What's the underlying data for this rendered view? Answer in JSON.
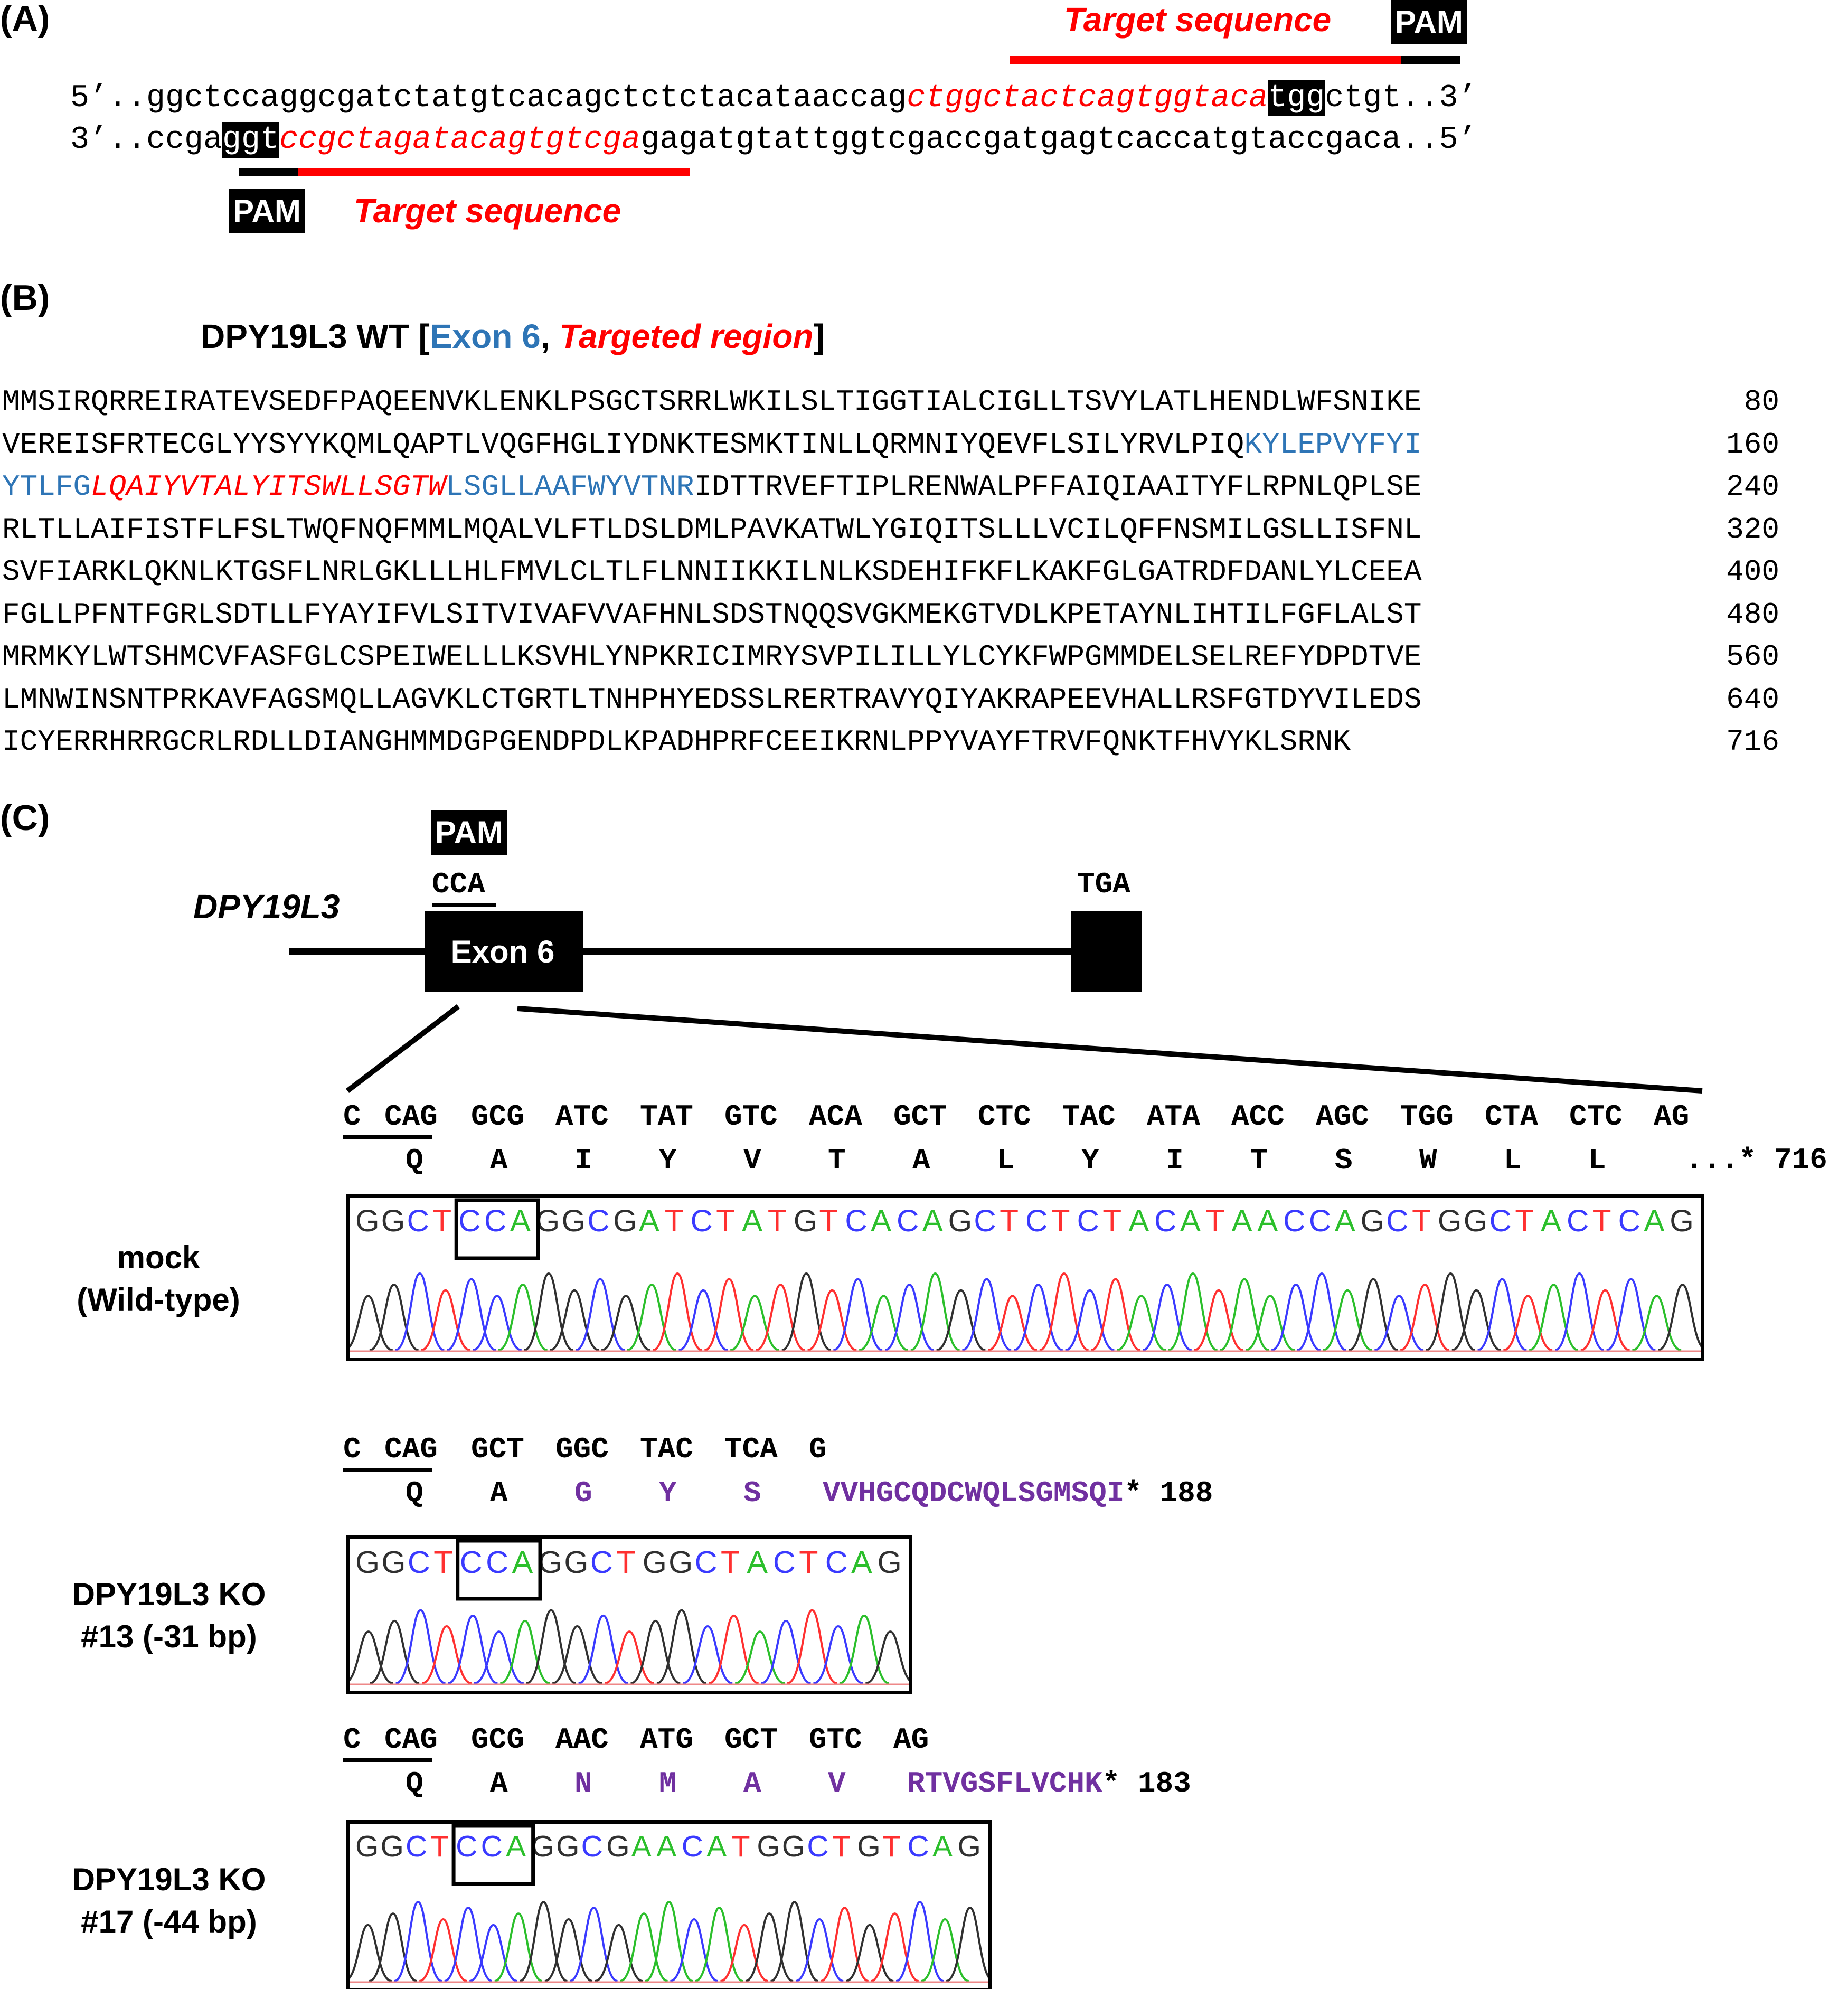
{
  "panelA": {
    "label": "(A)",
    "top_target_label": "Target sequence",
    "top_pam_label": "PAM",
    "bottom_pam_label": "PAM",
    "bottom_target_label": "Target sequence",
    "strand1_prefix": "5’..ggctccaggcgatctatgtcacagctctctacataaccag",
    "strand1_target": "ctggctactcagtggtaca",
    "strand1_pam": "tgg",
    "strand1_suffix": "ctgt..3’",
    "strand2_prefix": "3’..ccga",
    "strand2_pam": "ggt",
    "strand2_target": "ccgctagatacagtgtcga",
    "strand2_suffix": "gagatgtattggtcgaccgatgagtcaccatgtaccgaca..5’"
  },
  "panelB": {
    "label": "(B)",
    "title_prefix": "DPY19L3 WT [",
    "title_exon": "Exon 6",
    "title_sep": ", ",
    "title_target": "Targeted region",
    "title_suffix": "]",
    "rows": [
      {
        "black1": "MMSIRQRREIRATEVSEDFPAQEENVKLENKLPSGCTSRRLWKILSLTIGGTIALCIGLLTSVYLATLHENDLWFSNIKE",
        "blue1": "",
        "red": "",
        "blue2": "",
        "black2": "",
        "num": "80"
      },
      {
        "black1": "VEREISFRTECGLYYSYYKQMLQAPTLVQGFHGLIYDNKTESMKTINLLQRMNIYQEVFLSILYRVLPIQ",
        "blue1": "KYLEPVYFYI",
        "red": "",
        "blue2": "",
        "black2": "",
        "num": "160"
      },
      {
        "black1": "",
        "blue1": "YTLFG",
        "red": "LQAIYVTALYITSWLLSGTW",
        "blue2": "LSGLLAAFWYVTNR",
        "black2": "IDTTRVEFTIPLRENWALPFFAIQIAAITYFLRPNLQPLSE",
        "num": "240"
      },
      {
        "black1": "RLTLLAIFISTFLFSLTWQFNQFMMLMQALVLFTLDSLDMLPAVKATWLYGIQITSLLLVCILQFFNSMILGSLLISFNL",
        "blue1": "",
        "red": "",
        "blue2": "",
        "black2": "",
        "num": "320"
      },
      {
        "black1": "SVFIARKLQKNLKTGSFLNRLGKLLLHLFMVLCLTLFLNNIIKKILNLKSDEHIFKFLKAKFGLGATRDFDANLYLCEEA",
        "blue1": "",
        "red": "",
        "blue2": "",
        "black2": "",
        "num": "400"
      },
      {
        "black1": "FGLLPFNTFGRLSDTLLFYAYIFVLSITVIVAFVVAFHNLSDSTNQQSVGKMEKGTVDLKPETAYNLIHTILFGFLALST",
        "blue1": "",
        "red": "",
        "blue2": "",
        "black2": "",
        "num": "480"
      },
      {
        "black1": "MRMKYLWTSHMCVFASFGLCSPEIWELLLKSVHLYNPKRICIMRYSVPILILLYLCYKFWPGMMDELSELREFYDPDTVE",
        "blue1": "",
        "red": "",
        "blue2": "",
        "black2": "",
        "num": "560"
      },
      {
        "black1": "LMNWINSNTPRKAVFAGSMQLLAGVKLCTGRTLTNHPHYEDSSLRERTRAVYQIYAKRAPEEVHALLRSFGTDYVILEDS",
        "blue1": "",
        "red": "",
        "blue2": "",
        "black2": "",
        "num": "640"
      },
      {
        "black1": "ICYERRHRRGCRLRDLLDIANGHMMDGPGENDPDLKPADHPRFCEEIKRNLPPYVAYFTRVFQNKTFHVYKLSRNK",
        "blue1": "",
        "red": "",
        "blue2": "",
        "black2": "",
        "num": "716"
      }
    ]
  },
  "panelC": {
    "label": "(C)",
    "pam_label": "PAM",
    "pam_codon": "CCA",
    "gene_name": "DPY19L3",
    "exon_label": "Exon 6",
    "stop_codon": "TGA",
    "wt": {
      "codons": [
        "C",
        "CAG",
        "GCG",
        "ATC",
        "TAT",
        "GTC",
        "ACA",
        "GCT",
        "CTC",
        "TAC",
        "ATA",
        "ACC",
        "AGC",
        "TGG",
        "CTA",
        "CTC",
        "AG"
      ],
      "aa": [
        "Q",
        "A",
        "I",
        "Y",
        "V",
        "T",
        "A",
        "L",
        "Y",
        "I",
        "T",
        "S",
        "W",
        "L",
        "L"
      ],
      "tail": "...*",
      "length": "716",
      "sample_line1": "mock",
      "sample_line2": "(Wild-type)",
      "trace": "GGCTCCAGGCGATCTATGTCACAGCTCTCTACATAACCAGCTGGCTACTCAG"
    },
    "ko13": {
      "codons": [
        "C",
        "CAG",
        "GCT",
        "GGC",
        "TAC",
        "TCA",
        "G"
      ],
      "aa": [
        "Q",
        "A"
      ],
      "aa_changed": [
        "G",
        "Y",
        "S"
      ],
      "frameshift": "VVHGCQDCWQLSGMSQI",
      "stop": "*",
      "length": "188",
      "sample_line1": "DPY19L3 KO",
      "sample_line2": "#13 (-31 bp)",
      "trace": "GGCTCCAGGCTGGCTACTCAG"
    },
    "ko17": {
      "codons": [
        "C",
        "CAG",
        "GCG",
        "AAC",
        "ATG",
        "GCT",
        "GTC",
        "AG"
      ],
      "aa": [
        "Q",
        "A"
      ],
      "aa_changed": [
        "N",
        "M",
        "A",
        "V"
      ],
      "frameshift": "RTVGSFLVCHK",
      "stop": "*",
      "length": "183",
      "sample_line1": "DPY19L3 KO",
      "sample_line2": "#17 (-44 bp)",
      "trace": "GGCTCCAGGCGAACATGGCTGTCAG"
    }
  },
  "colors": {
    "red": "#ff0000",
    "blue": "#2e75b6",
    "purple": "#7030a0",
    "trace_A": "#2bbf2b",
    "trace_C": "#3a3aff",
    "trace_G": "#303030",
    "trace_T": "#ff3030"
  }
}
